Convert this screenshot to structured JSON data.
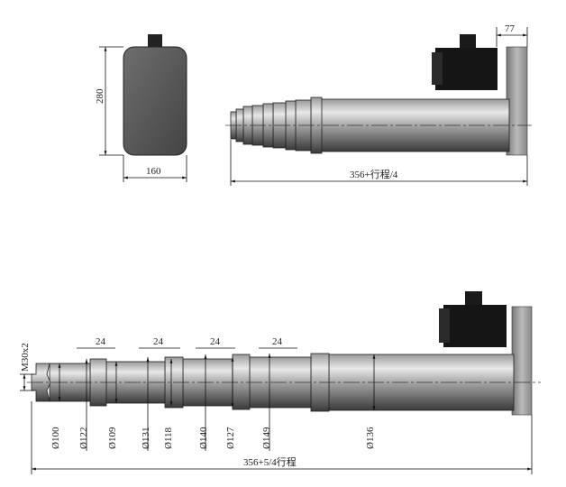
{
  "top_left_view": {
    "height_dim": "280",
    "width_dim": "160"
  },
  "top_right_view": {
    "flange_dim": "77",
    "overall_dim": "356+行程/4"
  },
  "bottom_view": {
    "thread_label": "M30x2",
    "ring_width_dims": [
      "24",
      "24",
      "24",
      "24"
    ],
    "diameters": [
      "Ø100",
      "Ø122",
      "Ø109",
      "Ø131",
      "Ø118",
      "Ø140",
      "Ø127",
      "Ø149",
      "Ø136"
    ],
    "overall_dim": "356+5/4行程"
  }
}
